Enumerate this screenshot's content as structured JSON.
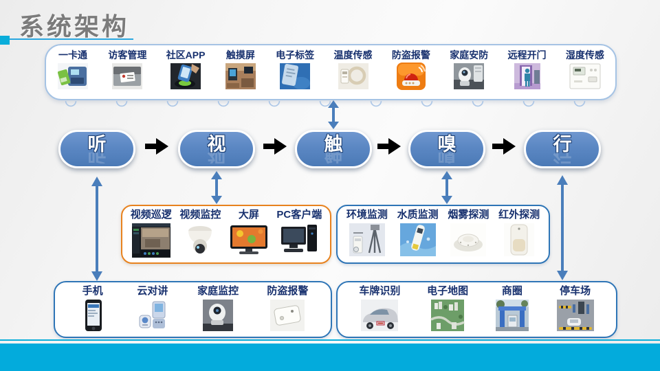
{
  "title": "系统架构",
  "colors": {
    "accent_cyan": "#03ABDC",
    "pill_blue": "#5B87C3",
    "label_navy": "#17306E",
    "orange_border": "#E8821E",
    "blue_border": "#2E75B6",
    "arrow_blue": "#4A7EBB",
    "title_gray": "#7B7B7B",
    "black_arrow": "#000000"
  },
  "top_box": {
    "items": [
      {
        "label": "一卡通",
        "icon": "card-reader-icon"
      },
      {
        "label": "访客管理",
        "icon": "visitor-scanner-icon"
      },
      {
        "label": "社区APP",
        "icon": "community-app-icon"
      },
      {
        "label": "触摸屏",
        "icon": "touch-screen-icon"
      },
      {
        "label": "电子标签",
        "icon": "rfid-tag-icon"
      },
      {
        "label": "温度传感",
        "icon": "temperature-sensor-icon"
      },
      {
        "label": "防盗报警",
        "icon": "alarm-siren-icon"
      },
      {
        "label": "家庭安防",
        "icon": "home-security-icon"
      },
      {
        "label": "远程开门",
        "icon": "remote-door-icon"
      },
      {
        "label": "湿度传感",
        "icon": "humidity-sensor-icon"
      }
    ]
  },
  "senses": {
    "items": [
      {
        "label": "听"
      },
      {
        "label": "视"
      },
      {
        "label": "触"
      },
      {
        "label": "嗅"
      },
      {
        "label": "行"
      }
    ]
  },
  "video_box": {
    "items": [
      {
        "label": "视频巡逻",
        "icon": "video-patrol-screen-icon"
      },
      {
        "label": "视频监控",
        "icon": "dome-camera-icon"
      },
      {
        "label": "大屏",
        "icon": "big-screen-tv-icon"
      },
      {
        "label": "PC客户端",
        "icon": "desktop-pc-icon"
      }
    ]
  },
  "sensor_box": {
    "items": [
      {
        "label": "环境监测",
        "icon": "environment-monitor-icon"
      },
      {
        "label": "水质监测",
        "icon": "water-quality-tester-icon"
      },
      {
        "label": "烟雾探测",
        "icon": "smoke-detector-icon"
      },
      {
        "label": "红外探测",
        "icon": "infrared-detector-icon"
      }
    ]
  },
  "mobile_box": {
    "items": [
      {
        "label": "手机",
        "icon": "smartphone-icon"
      },
      {
        "label": "云对讲",
        "icon": "cloud-intercom-icon"
      },
      {
        "label": "家庭监控",
        "icon": "home-monitor-camera-icon"
      },
      {
        "label": "防盗报警",
        "icon": "burglar-alarm-box-icon"
      }
    ]
  },
  "vehicle_box": {
    "items": [
      {
        "label": "车牌识别",
        "icon": "car-plate-recognition-icon"
      },
      {
        "label": "电子地图",
        "icon": "electronic-map-icon"
      },
      {
        "label": "商圈",
        "icon": "business-gate-icon"
      },
      {
        "label": "停车场",
        "icon": "parking-lot-icon"
      }
    ]
  }
}
